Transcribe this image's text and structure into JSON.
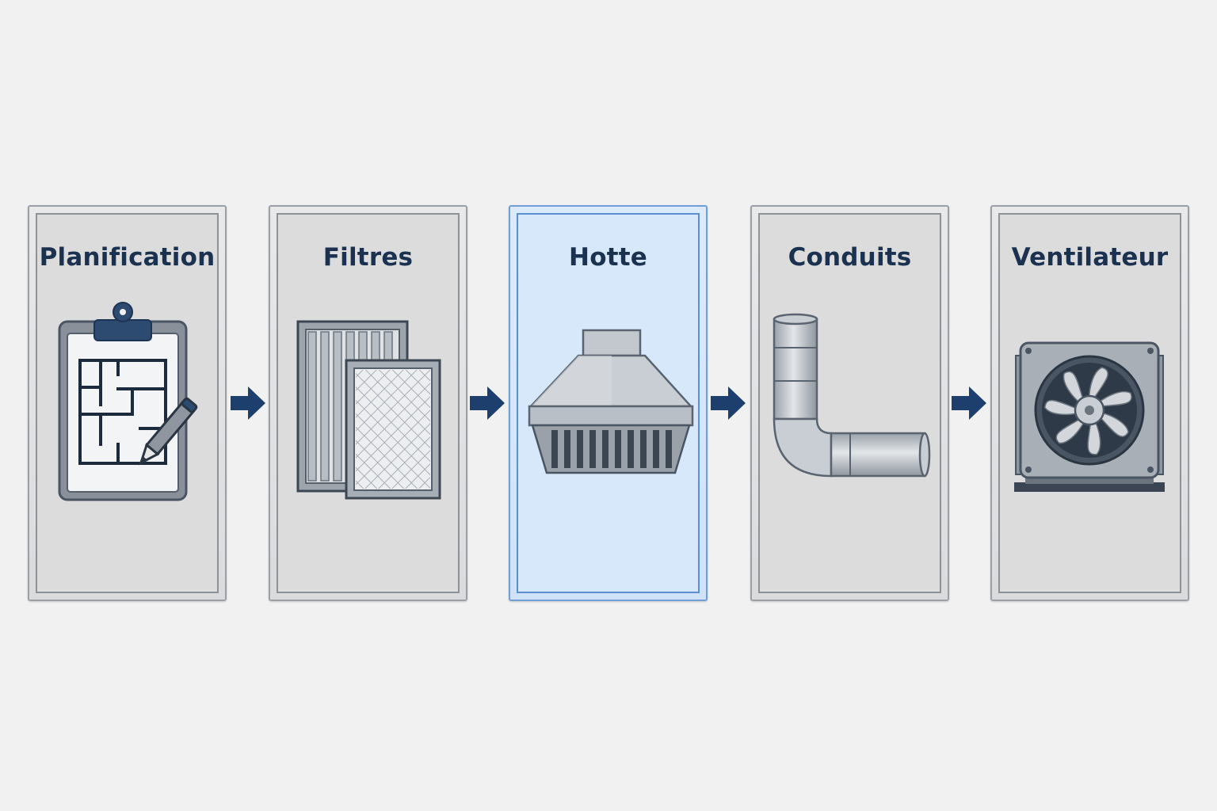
{
  "steps": [
    {
      "label": "Planification",
      "icon": "clipboard-blueprint-icon"
    },
    {
      "label": "Filtres",
      "icon": "filter-panels-icon"
    },
    {
      "label": "Hotte",
      "icon": "range-hood-icon"
    },
    {
      "label": "Conduits",
      "icon": "duct-elbow-icon"
    },
    {
      "label": "Ventilateur",
      "icon": "exhaust-fan-icon"
    }
  ],
  "active_step": 2,
  "colors": {
    "label": "#1a3150",
    "arrow": "#1c3f6e",
    "active_panel": "#d6e8fa",
    "panel": "#dcdcdd"
  }
}
